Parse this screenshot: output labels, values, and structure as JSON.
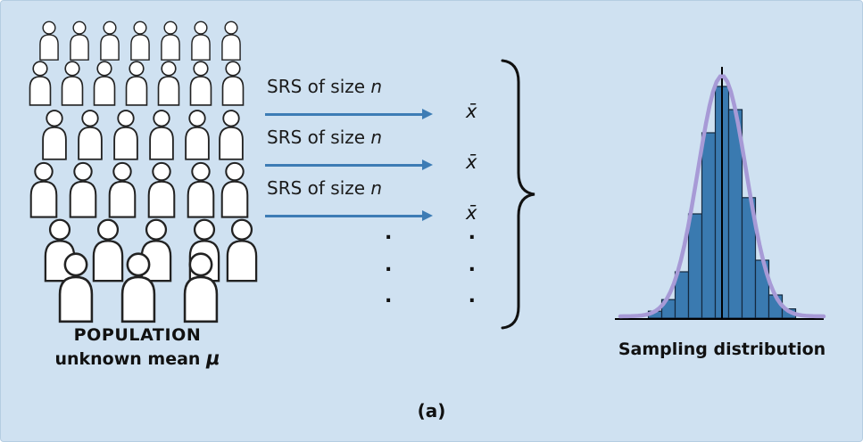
{
  "figure": {
    "panel_label": "(a)"
  },
  "population": {
    "title": "POPULATION",
    "subtitle_prefix": "unknown mean ",
    "mu_symbol": "μ"
  },
  "sampling": {
    "rows": [
      {
        "label": "SRS of size ",
        "n_symbol": "n",
        "xbar_symbol": "x̄"
      },
      {
        "label": "SRS of size ",
        "n_symbol": "n",
        "xbar_symbol": "x̄"
      },
      {
        "label": "SRS of size ",
        "n_symbol": "n",
        "xbar_symbol": "x̄"
      }
    ],
    "ellipsis_dot": ".",
    "caption": "Sampling distribution"
  },
  "colors": {
    "panel_bg": "#cfe1f1",
    "arrow": "#3d7cb5",
    "bar_fill": "#3a7ab0",
    "bar_stroke": "#14293f",
    "curve": "#a79ad6",
    "axis": "#000000",
    "center_line": "#000000"
  },
  "chart_data": {
    "type": "bar",
    "title": "Sampling distribution",
    "description": "Histogram of sample means x̄ from repeated SRSs of size n, overlaid with a normal curve; a vertical line marks the center (population mean).",
    "values": [
      0.03,
      0.08,
      0.2,
      0.45,
      0.8,
      1.0,
      0.9,
      0.52,
      0.25,
      0.1,
      0.04
    ],
    "xlabel": "",
    "ylabel": "",
    "axis_tick_labels": false,
    "overlay": "normal-curve",
    "center_line": true,
    "legend": false,
    "grid": false
  }
}
